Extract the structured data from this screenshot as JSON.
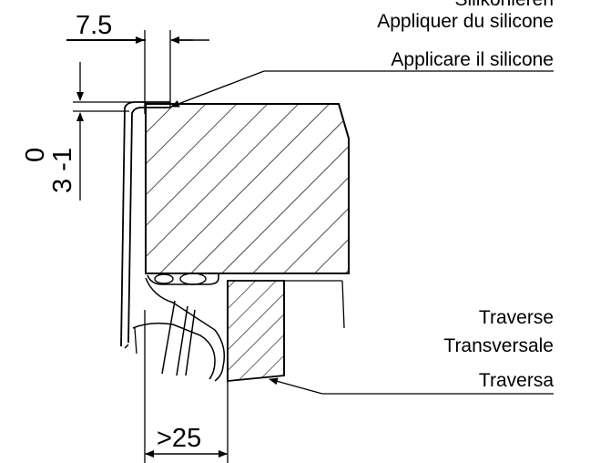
{
  "dimensions": {
    "top_gap": "7.5",
    "tolerance_upper": "0",
    "tolerance_lower": "3 -1",
    "bottom_width": ">25"
  },
  "notes": {
    "silicone_de": "Silikonieren",
    "silicone_fr": "Appliquer du silicone",
    "silicone_it": "Applicare il silicone",
    "traverse_de": "Traverse",
    "traverse_fr": "Transversale",
    "traverse_it": "Traversa"
  }
}
